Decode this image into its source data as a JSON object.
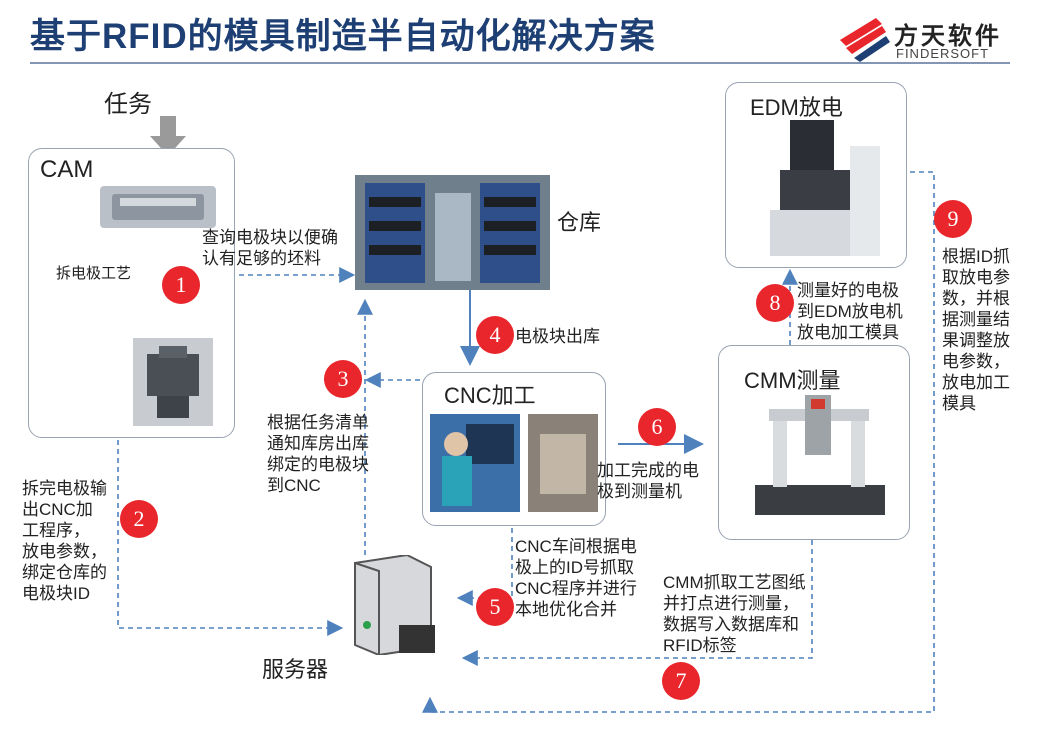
{
  "title": "基于RFID的模具制造半自动化解决方案",
  "logo": {
    "cn": "方天软件",
    "en": "FINDERSOFT"
  },
  "nodes": {
    "task": "任务",
    "cam": "CAM",
    "warehouse": "仓库",
    "edm": "EDM放电",
    "cnc": "CNC加工",
    "cmm": "CMM测量",
    "server": "服务器"
  },
  "steps": [
    "1",
    "2",
    "3",
    "4",
    "5",
    "6",
    "7",
    "8",
    "9"
  ],
  "notes": {
    "split_process": "拆电极工艺",
    "query_line1": "查询电极块以便确",
    "query_line2": "认有足够的坯料",
    "s2": [
      "拆完电极输",
      "出CNC加",
      "工程序，",
      "放电参数，",
      "绑定仓库的",
      "电极块ID"
    ],
    "s3": [
      "根据任务清单",
      "通知库房出库",
      "绑定的电极块",
      "到CNC"
    ],
    "s4": "电极块出库",
    "s5": [
      "CNC车间根据电",
      "极上的ID号抓取",
      "CNC程序并进行",
      "本地优化合并"
    ],
    "s6": [
      "加工完成的电",
      "极到测量机"
    ],
    "s7": [
      "CMM抓取工艺图纸",
      "并打点进行测量，",
      "数据写入数据库和",
      "RFID标签"
    ],
    "s8": [
      "测量好的电极",
      "到EDM放电机",
      "放电加工模具"
    ],
    "s9": [
      "根据ID抓",
      "取放电参",
      "数，并根",
      "据测量结",
      "果调整放",
      "电参数，",
      "放电加工",
      "模具"
    ]
  },
  "colors": {
    "title": "#1d3f74",
    "accent": "#e8262b",
    "arrow": "#4f81bd"
  }
}
